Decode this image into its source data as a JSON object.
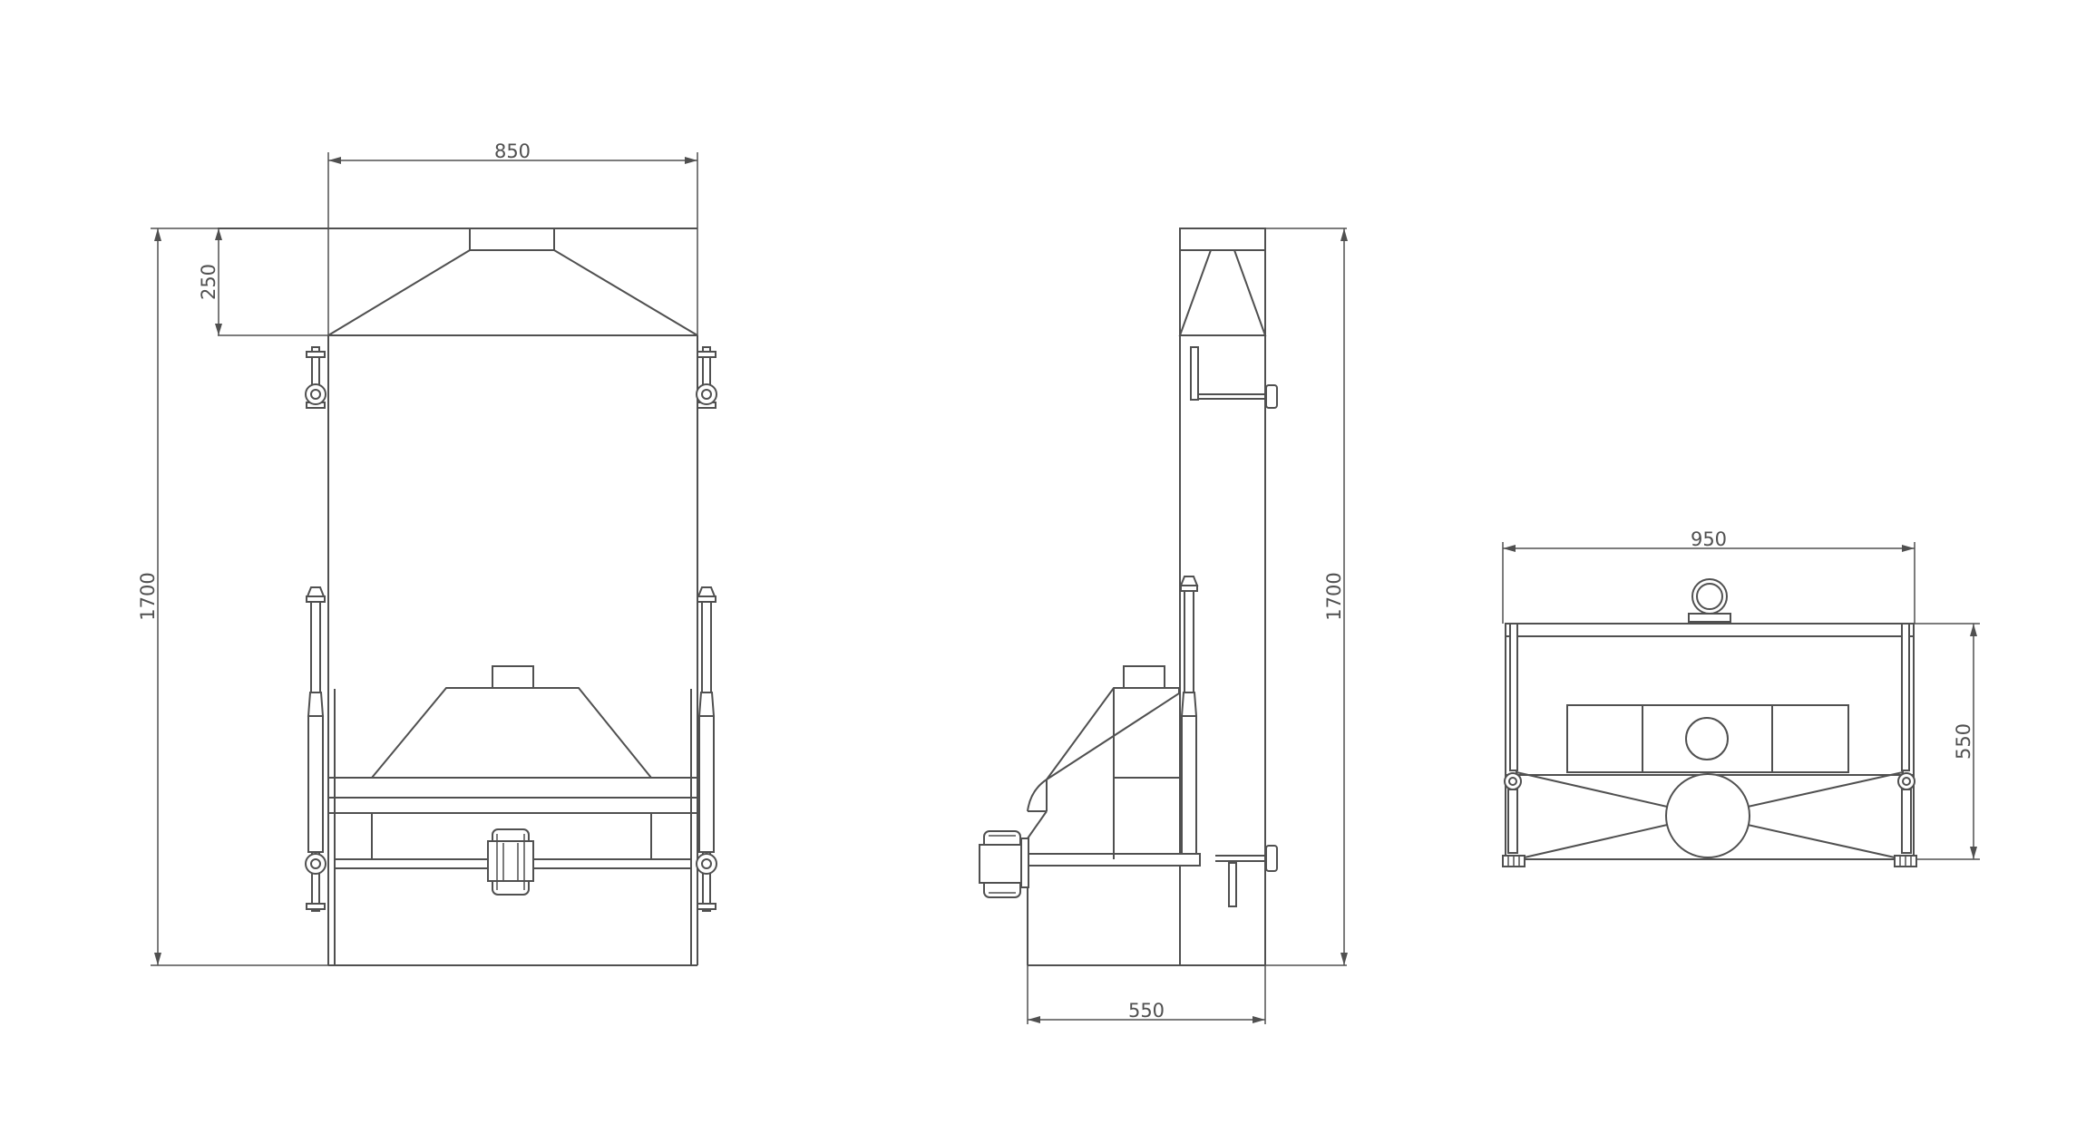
{
  "front_view": {
    "width_dim": "850",
    "height_dim": "1700",
    "hood_dim": "250"
  },
  "side_view": {
    "height_dim": "1700",
    "depth_dim": "550"
  },
  "top_view": {
    "width_dim": "950",
    "depth_dim": "550"
  }
}
